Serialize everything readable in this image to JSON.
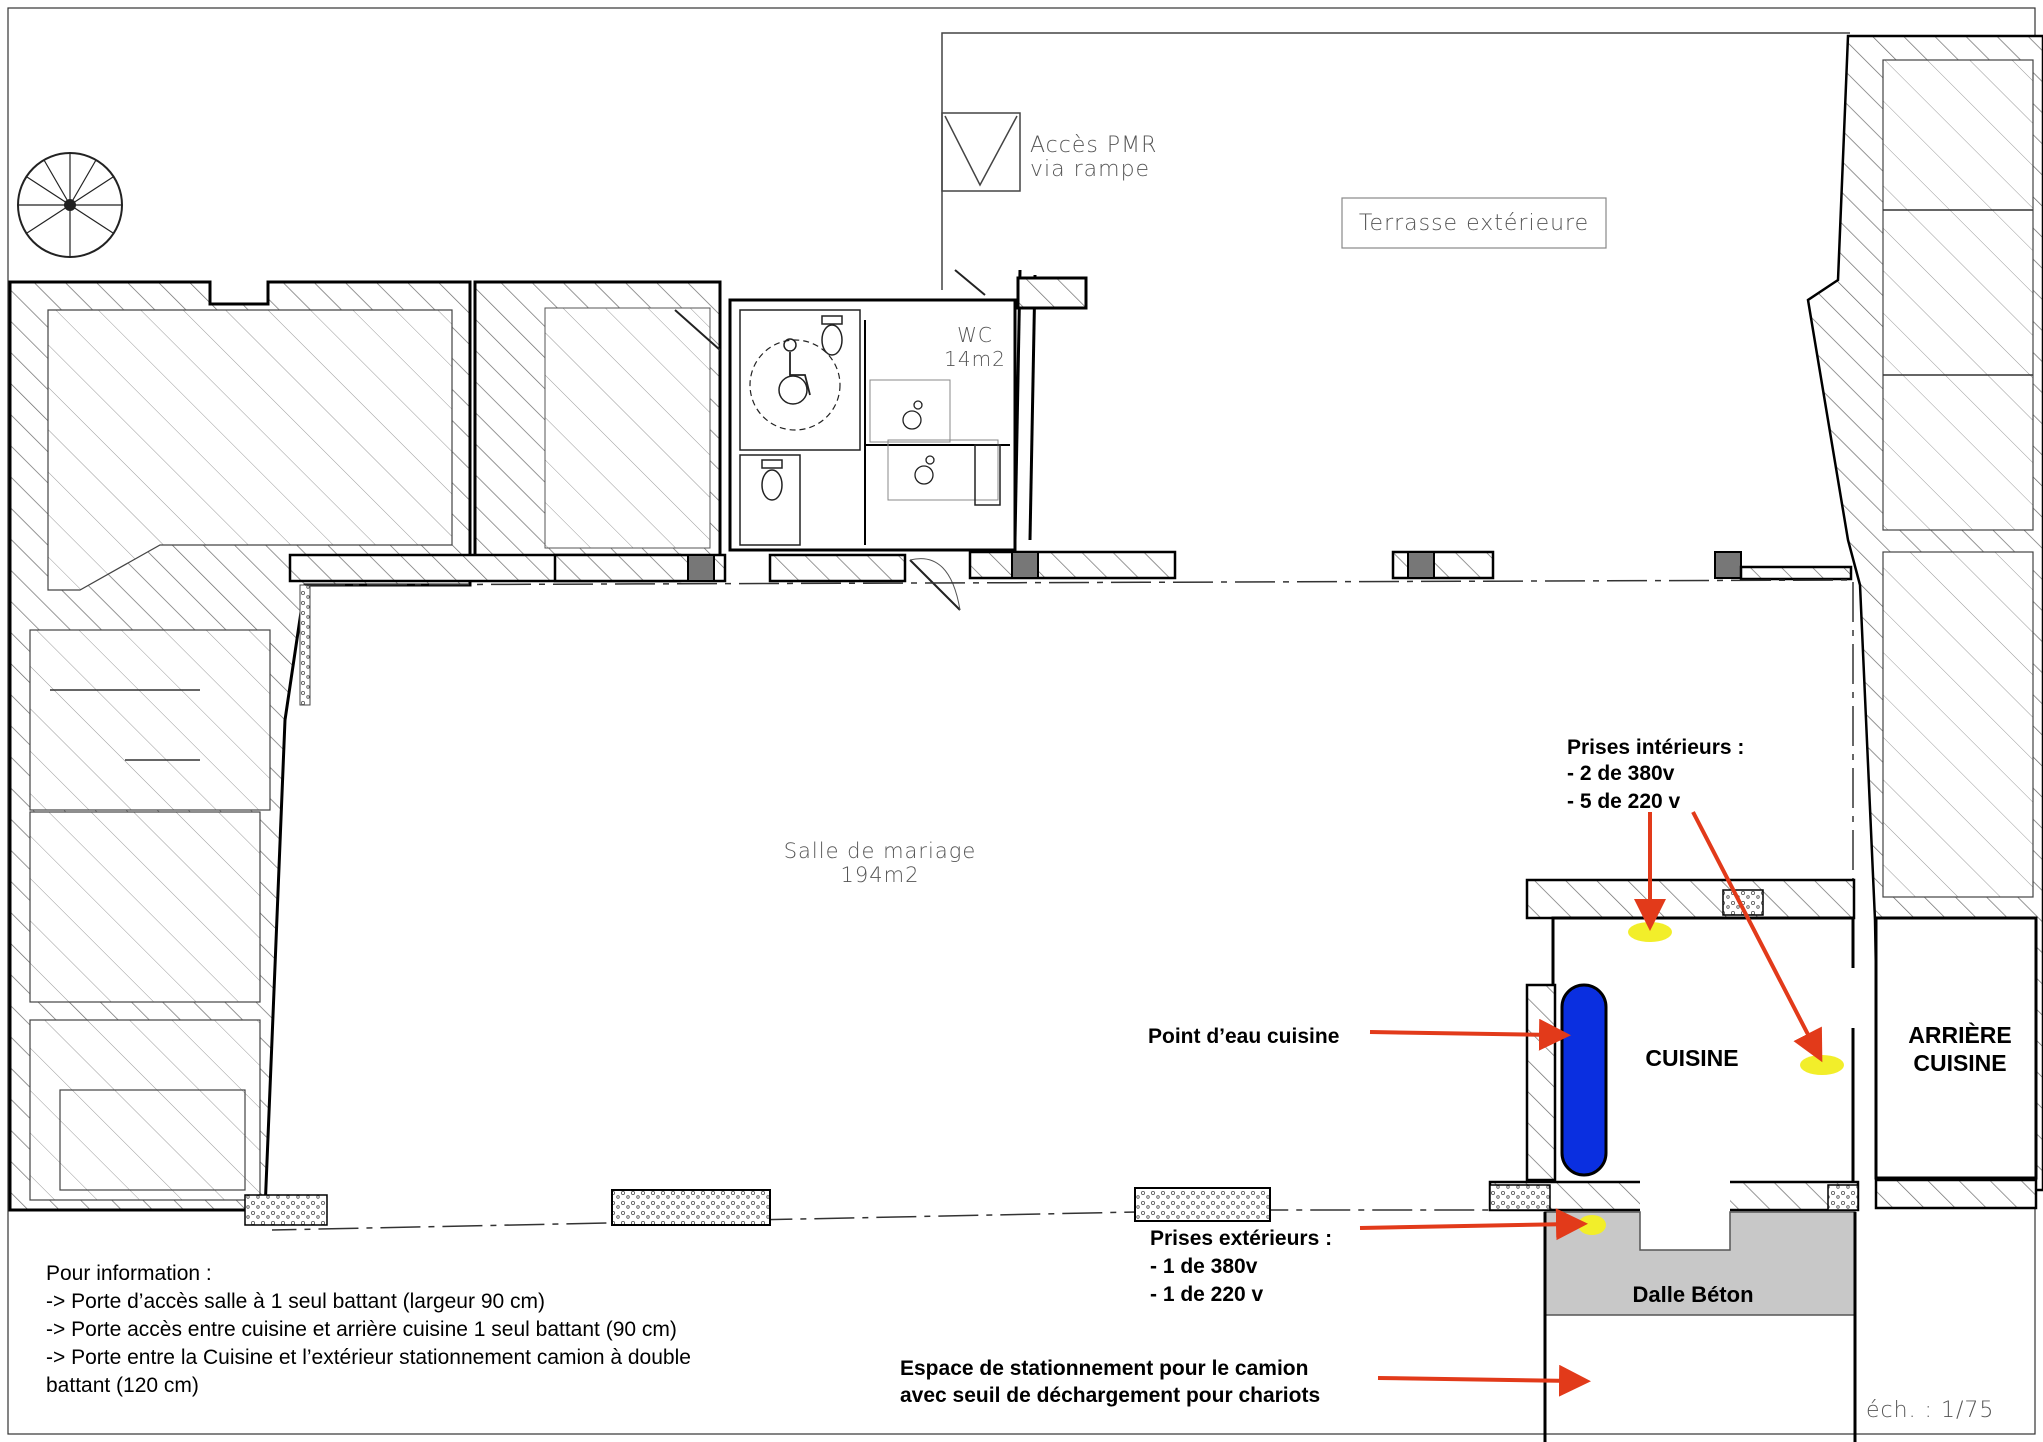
{
  "plan": {
    "labels": {
      "pmr_line1": "Accès PMR",
      "pmr_line2": "via rampe",
      "terrasse": "Terrasse extérieure",
      "wc_line1": "WC",
      "wc_line2": "14m2",
      "salle_line1": "Salle de mariage",
      "salle_line2": "194m2",
      "cuisine": "CUISINE",
      "arriere_line1": "ARRIÈRE",
      "arriere_line2": "CUISINE",
      "dalle": "Dalle Béton",
      "scale": "éch. : 1/75"
    },
    "annotations": {
      "prises_int_title": "Prises intérieurs :",
      "prises_int_1": "- 2 de 380v",
      "prises_int_2": "- 5 de 220 v",
      "point_eau": "Point d’eau cuisine",
      "prises_ext_title": "Prises extérieurs :",
      "prises_ext_1": "- 1 de 380v",
      "prises_ext_2": "- 1 de 220 v",
      "parking_line1": "Espace de stationnement pour le camion",
      "parking_line2": "avec seuil de déchargement pour chariots"
    },
    "info": {
      "title": "Pour information :",
      "line1": "-> Porte d’accès salle à 1 seul battant (largeur 90 cm)",
      "line2": "-> Porte accès entre cuisine et arrière cuisine 1 seul battant (90 cm)",
      "line3": "-> Porte entre la Cuisine et l’extérieur stationnement camion à double",
      "line4": "battant (120 cm)"
    },
    "colors": {
      "wall_hatch": "#6a6a6a",
      "sink_fill": "#0a2fe0",
      "outlet_fill": "#f2ee2a",
      "arrow": "#e23a1a",
      "slab_fill": "#c8c8c8"
    },
    "icons": [
      "spiral-staircase-icon",
      "wheelchair-icon",
      "toilet-icon",
      "door-swing-icon",
      "ramp-icon"
    ]
  }
}
